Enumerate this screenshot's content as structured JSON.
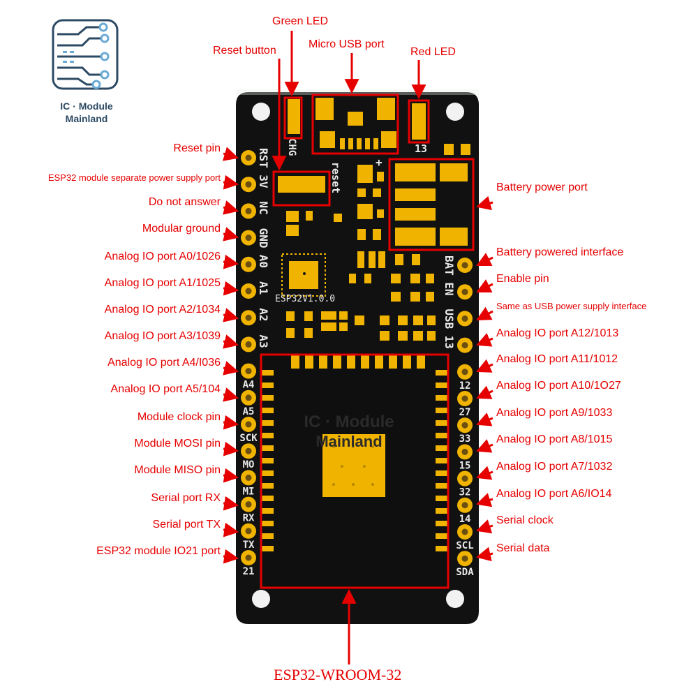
{
  "logo": {
    "line1": "IC · Module",
    "line2": "Mainland",
    "colors": {
      "dark": "#2c4a63",
      "light": "#6aaad4"
    }
  },
  "board": {
    "version_text": "ESP32V1.0.0",
    "watermark_line1": "IC · Module",
    "watermark_line2": "Mainland",
    "silk_chg": "CHG",
    "silk_13_top": "13",
    "silk_reset": "reset",
    "silk_plus": "+",
    "left_header_pins": [
      "RST",
      "3V",
      "NC",
      "GND",
      "A0",
      "A1",
      "A2",
      "A3"
    ],
    "left_module_pins": [
      "A4",
      "A5",
      "SCK",
      "MO",
      "MI",
      "RX",
      "TX",
      "21"
    ],
    "right_header_pins": [
      "BAT",
      "EN",
      "USB",
      "13"
    ],
    "right_module_pins": [
      "12",
      "27",
      "33",
      "15",
      "32",
      "14",
      "SCL",
      "SDA"
    ],
    "colors": {
      "pcb": "#111111",
      "gold": "#f0b400",
      "silk": "#e8e8e8",
      "annotation": "#e60000"
    }
  },
  "top_labels": {
    "green_led": "Green LED",
    "reset_button": "Reset button",
    "micro_usb": "Micro USB port",
    "red_led": "Red LED"
  },
  "left_labels": [
    "Reset pin",
    "ESP32 module separate power supply port",
    "Do not answer",
    "Modular ground",
    "Analog IO port A0/1026",
    "Analog IO port A1/1025",
    "Analog IO port A2/1034",
    "Analog IO port A3/1039",
    "Analog IO port A4/I036",
    "Analog IO port A5/104",
    "Module clock pin",
    "Module MOSI pin",
    "Module MISO pin",
    "Serial port RX",
    "Serial port TX",
    "ESP32 module IO21 port"
  ],
  "right_labels": [
    "Battery power port",
    "Battery powered interface",
    "Enable pin",
    "Same as USB power supply interface",
    "Analog IO port A12/1013",
    "Analog IO port A11/1012",
    "Analog IO port A10/1O27",
    "Analog IO port A9/1033",
    "Analog IO port A8/1015",
    "Analog IO port A7/1032",
    "Analog IO port A6/IO14",
    "Serial clock",
    "Serial data"
  ],
  "bottom_label": "ESP32-WROOM-32"
}
